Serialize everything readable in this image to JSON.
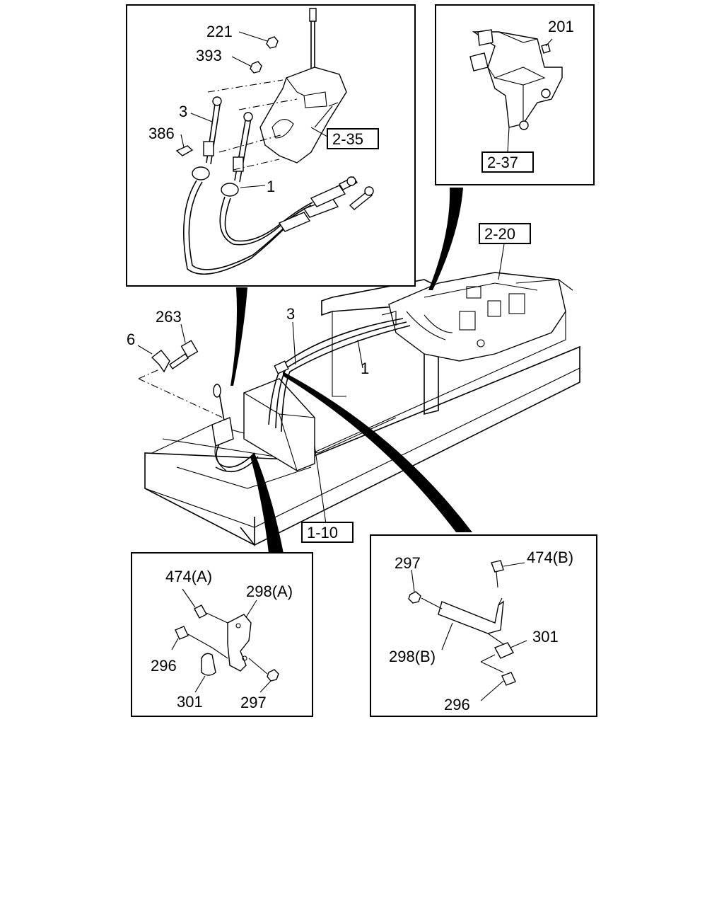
{
  "panels": {
    "shift_lever": {
      "labels": [
        "221",
        "393",
        "3",
        "386",
        "1"
      ],
      "ref": "2-35"
    },
    "bracket": {
      "labels": [
        "201"
      ],
      "ref": "2-37"
    },
    "main": {
      "labels": [
        "263",
        "6",
        "3",
        "1"
      ],
      "refs": [
        "2-20",
        "1-10"
      ]
    },
    "clip_a": {
      "labels": [
        "474(A)",
        "298(A)",
        "296",
        "301",
        "297"
      ]
    },
    "clip_b": {
      "labels": [
        "297",
        "474(B)",
        "301",
        "298(B)",
        "296"
      ]
    }
  }
}
